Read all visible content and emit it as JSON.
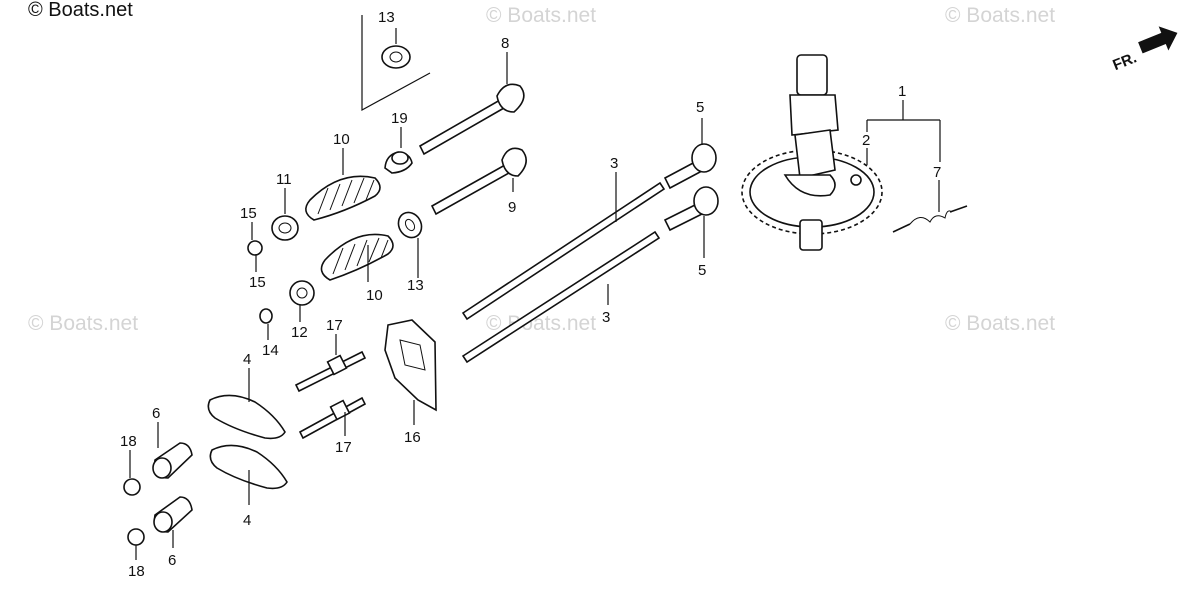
{
  "copyright": "© Boats.net",
  "watermark": "© Boats.net",
  "direction_label": "FR.",
  "labels": {
    "p1": "1",
    "p2": "2",
    "p3a": "3",
    "p3b": "3",
    "p4a": "4",
    "p4b": "4",
    "p5a": "5",
    "p5b": "5",
    "p6a": "6",
    "p6b": "6",
    "p7": "7",
    "p8": "8",
    "p9": "9",
    "p10a": "10",
    "p10b": "10",
    "p11": "11",
    "p12": "12",
    "p13a": "13",
    "p13b": "13",
    "p14": "14",
    "p15a": "15",
    "p15b": "15",
    "p16": "16",
    "p17a": "17",
    "p17b": "17",
    "p18a": "18",
    "p18b": "18",
    "p19": "19"
  }
}
